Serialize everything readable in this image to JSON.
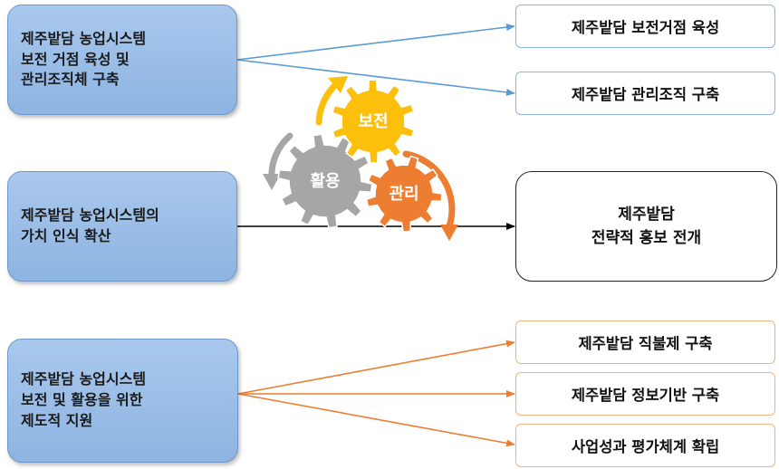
{
  "left_boxes": [
    {
      "text": "제주밭담  농업시스템\n보전  거점  육성  및\n관리조직체 구축"
    },
    {
      "text": "제주밭담 농업시스템의\n가치 인식 확산"
    },
    {
      "text": "제주밭담  농업시스템\n보전 및 활용을 위한\n제도적 지원"
    }
  ],
  "right_top": [
    "제주밭담 보전거점 육성",
    "제주밭담  관리조직 구축"
  ],
  "center_box": {
    "line1": "제주밭담",
    "line2": "전략적 홍보 전개"
  },
  "right_bottom": [
    "제주밭담 직불제 구축",
    "제주밭담 정보기반 구축",
    "사업성과 평가체계 확립"
  ],
  "gears": {
    "preserve": {
      "label": "보전",
      "color": "#fbbf0c"
    },
    "use": {
      "label": "활용",
      "color": "#a6a6a6"
    },
    "manage": {
      "label": "관리",
      "color": "#ed7d31"
    }
  },
  "colors": {
    "blue_arrow": "#5b9bd5",
    "orange_arrow": "#ed7d31",
    "black_arrow": "#000000"
  }
}
